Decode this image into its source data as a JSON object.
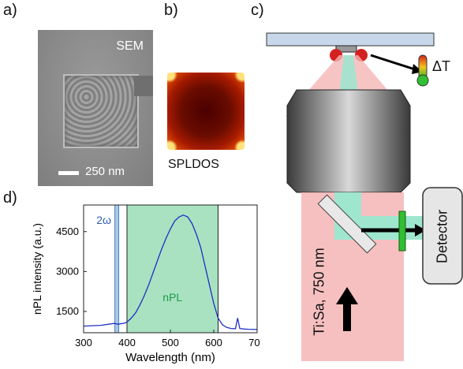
{
  "labels": {
    "a": "a)",
    "b": "b)",
    "c": "c)",
    "d": "d)"
  },
  "panel_a": {
    "tag": "SEM",
    "scale": "250 nm"
  },
  "panel_b": {
    "caption": "SPLDOS"
  },
  "panel_c": {
    "delta_t": "ΔT",
    "detector": "Detector",
    "laser": "Ti:Sa, 750 nm"
  },
  "colors": {
    "laser_red": "#f5b5b5",
    "signal_green": "#9fe6cf",
    "filter_green": "#2fbf2f",
    "band_green": "#a8e2c1",
    "band_blue": "#aac9e8",
    "curve_blue": "#1f2fc4"
  },
  "chart_data": {
    "type": "line",
    "xlabel": "Wavelength (nm)",
    "ylabel": "nPL intensity (a.u.)",
    "xlim": [
      300,
      700
    ],
    "ylim": [
      700,
      5500
    ],
    "xticks": [
      300,
      400,
      500,
      600,
      700
    ],
    "yticks": [
      1500,
      3000,
      4500
    ],
    "bands": [
      {
        "label": "2ω",
        "x0": 372,
        "x1": 381,
        "color": "#aac9e8"
      },
      {
        "label": "nPL",
        "x0": 400,
        "x1": 610,
        "color": "#a8e2c1"
      }
    ],
    "series": [
      {
        "color": "#1f2fc4",
        "x": [
          300,
          340,
          370,
          380,
          395,
          400,
          410,
          420,
          430,
          440,
          450,
          460,
          470,
          480,
          490,
          500,
          510,
          520,
          530,
          540,
          550,
          560,
          570,
          580,
          590,
          600,
          610,
          620,
          630,
          640,
          650,
          655,
          660,
          670,
          680,
          700
        ],
        "y": [
          950,
          980,
          1050,
          1020,
          1060,
          1100,
          1250,
          1450,
          1750,
          2100,
          2500,
          2950,
          3400,
          3850,
          4250,
          4600,
          4900,
          5050,
          5120,
          5050,
          4800,
          4400,
          3900,
          3200,
          2500,
          1800,
          1250,
          1000,
          900,
          860,
          850,
          1250,
          860,
          840,
          830,
          820
        ]
      }
    ]
  }
}
